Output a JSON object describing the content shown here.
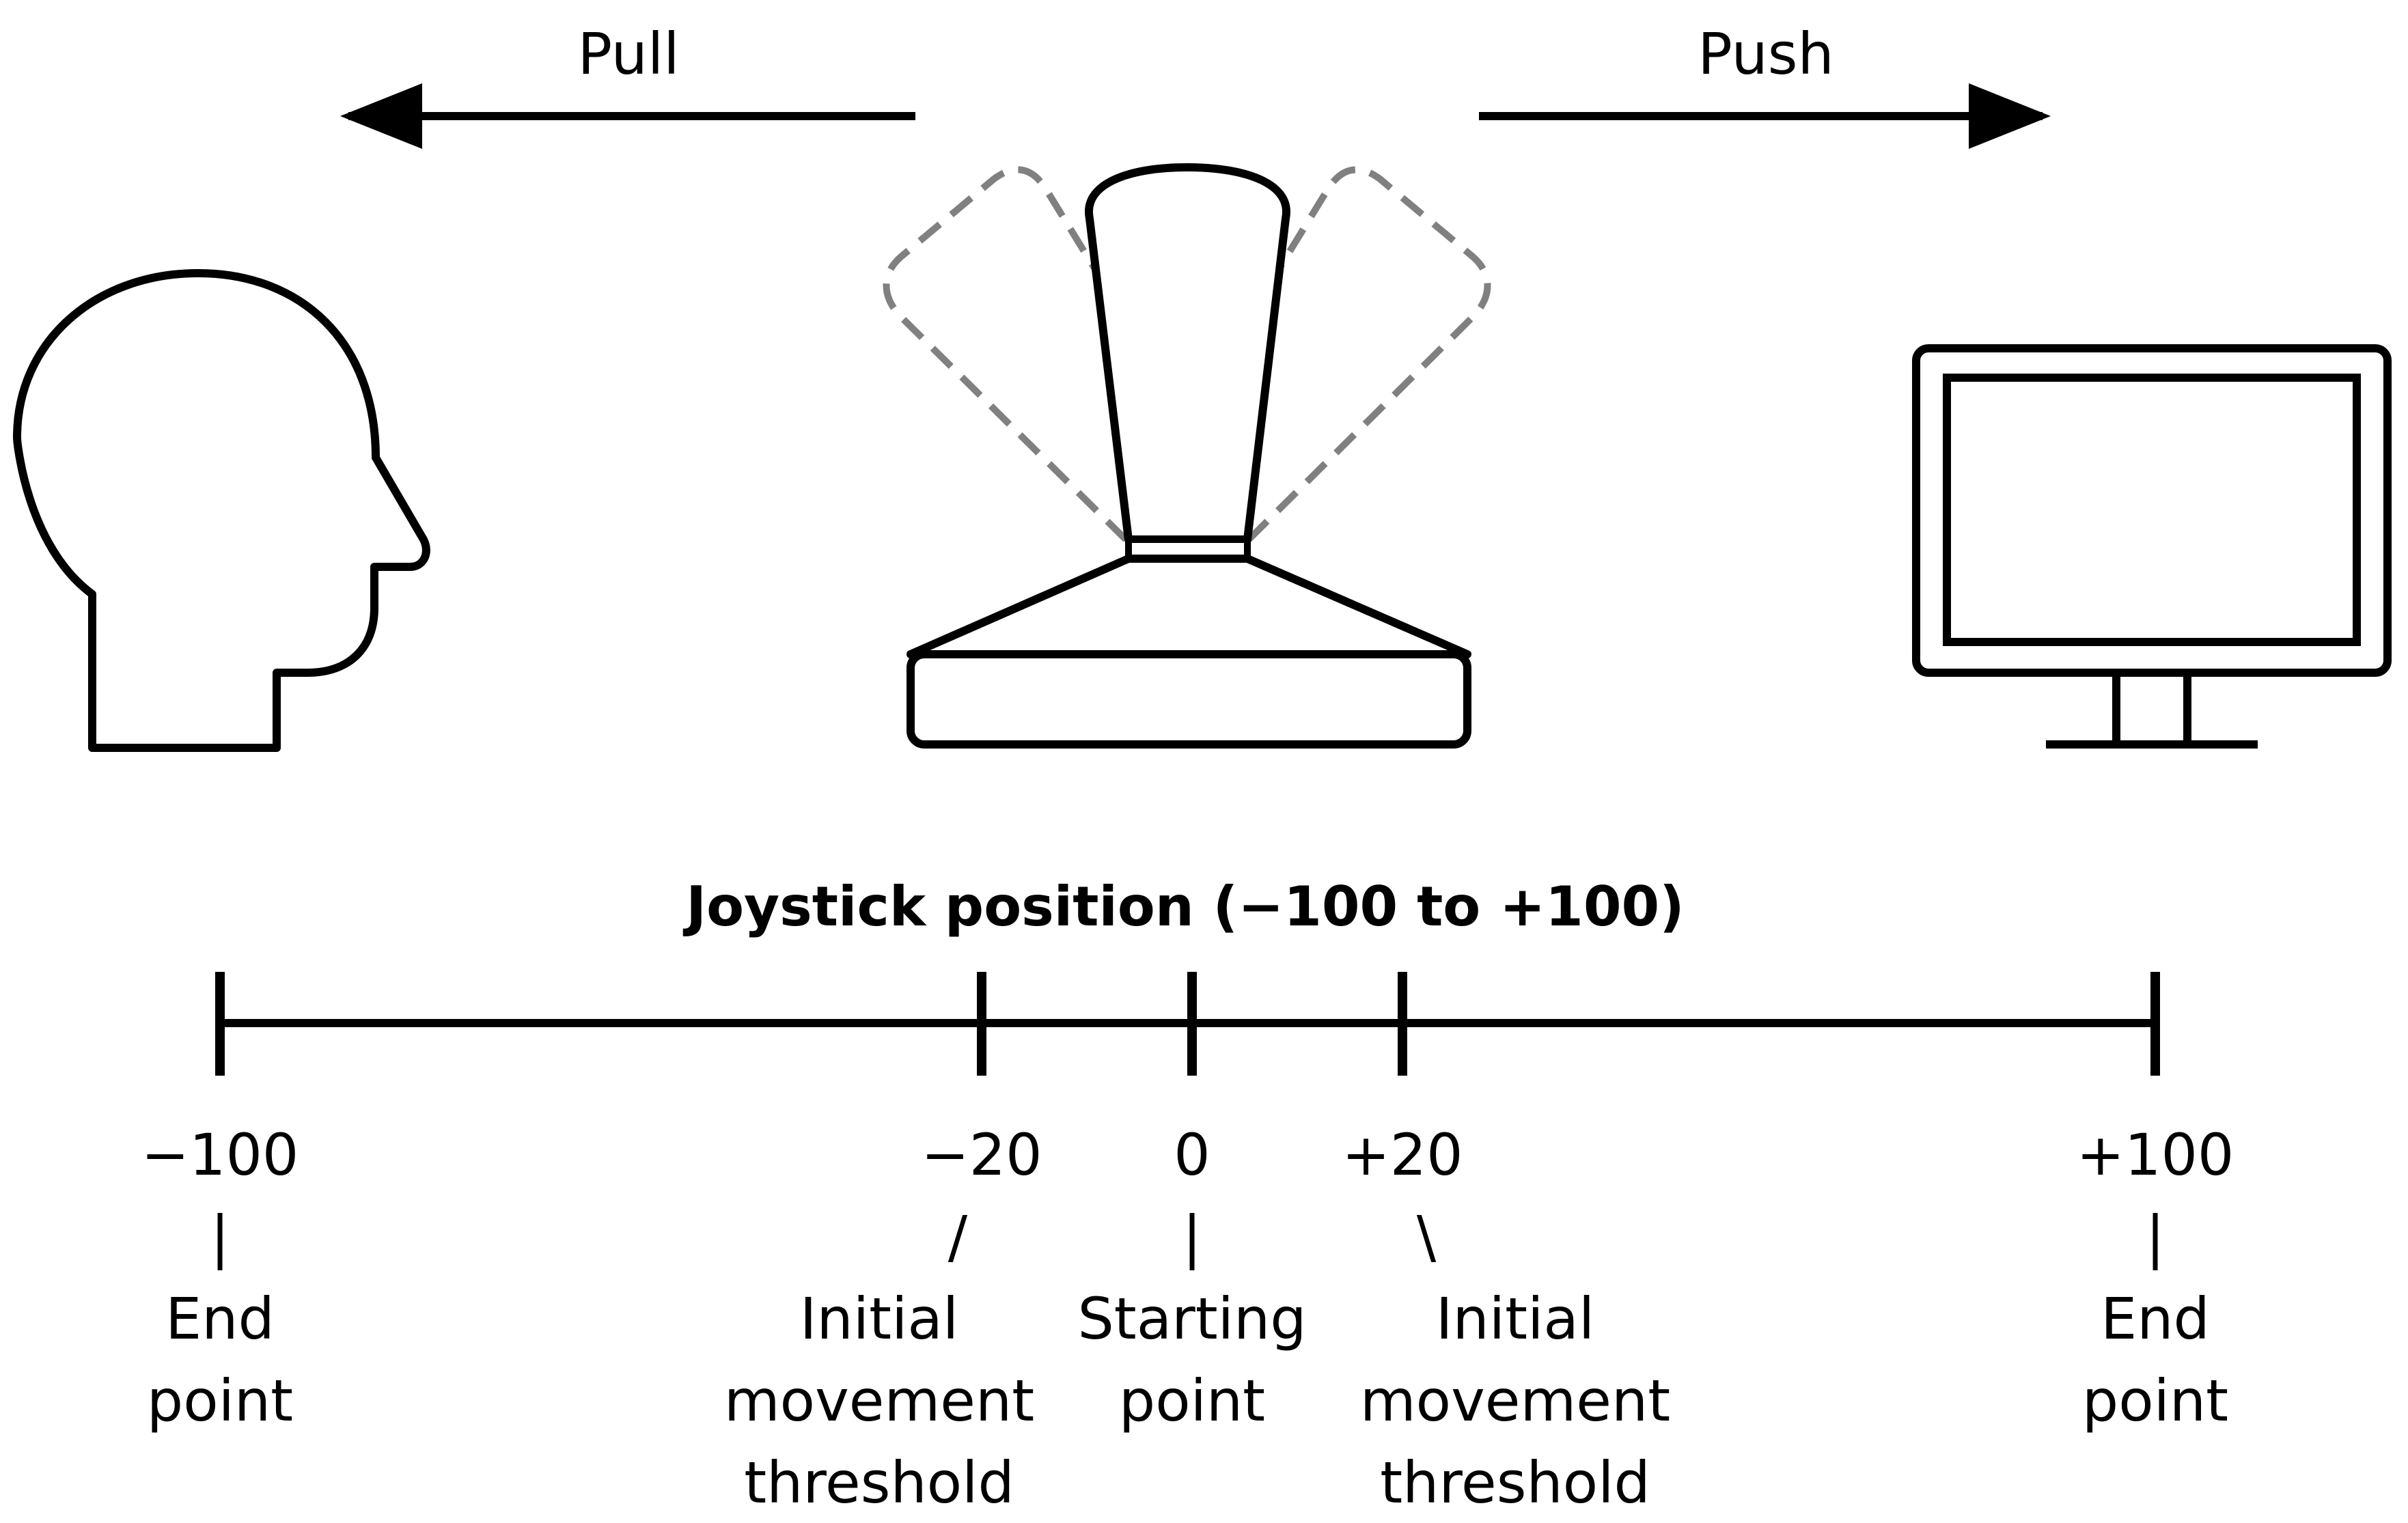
{
  "labels": {
    "pull": "Pull",
    "push": "Push",
    "scale_title": "Joystick position (−100 to +100)"
  },
  "icons": {
    "head": "head-silhouette-icon",
    "joystick": "joystick-icon",
    "monitor": "monitor-icon"
  },
  "colors": {
    "stroke": "#000000",
    "ghost_stroke": "#808080"
  },
  "scale": {
    "min": -100,
    "max": 100,
    "ticks": [
      {
        "value": -100,
        "label": "−100",
        "connector": "|",
        "desc": [
          "End",
          "point"
        ]
      },
      {
        "value": -20,
        "label": "−20",
        "connector": "/",
        "desc": [
          "Initial",
          "movement",
          "threshold"
        ]
      },
      {
        "value": 0,
        "label": "0",
        "connector": "|",
        "desc": [
          "Starting",
          "point"
        ]
      },
      {
        "value": 20,
        "label": "+20",
        "connector": "\\",
        "desc": [
          "Initial",
          "movement",
          "threshold"
        ]
      },
      {
        "value": 100,
        "label": "+100",
        "connector": "|",
        "desc": [
          "End",
          "point"
        ]
      }
    ]
  }
}
